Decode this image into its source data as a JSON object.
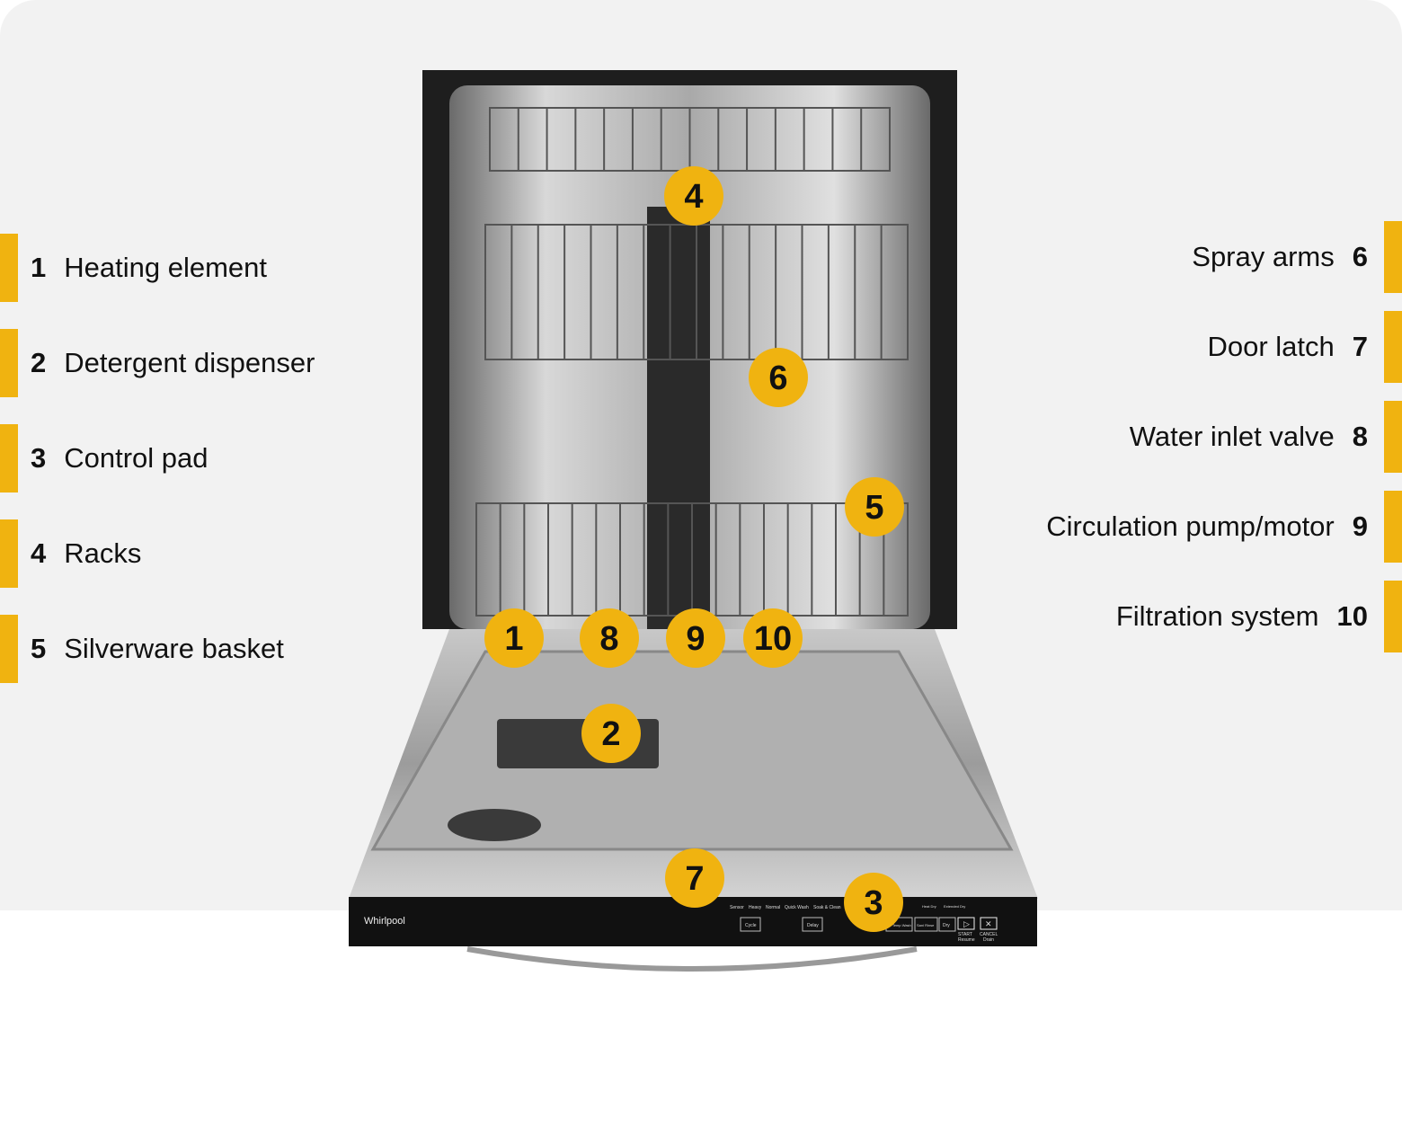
{
  "left_labels": [
    {
      "num": "1",
      "text": "Heating element"
    },
    {
      "num": "2",
      "text": "Detergent dispenser"
    },
    {
      "num": "3",
      "text": "Control pad"
    },
    {
      "num": "4",
      "text": "Racks"
    },
    {
      "num": "5",
      "text": "Silverware basket"
    }
  ],
  "right_labels": [
    {
      "num": "6",
      "text": "Spray arms"
    },
    {
      "num": "7",
      "text": "Door latch"
    },
    {
      "num": "8",
      "text": "Water inlet valve"
    },
    {
      "num": "9",
      "text": "Circulation pump/motor"
    },
    {
      "num": "10",
      "text": "Filtration system"
    }
  ],
  "markers": [
    "4",
    "6",
    "5",
    "1",
    "8",
    "9",
    "10",
    "2",
    "7",
    "3"
  ],
  "control_panel": {
    "brand": "Whirlpool",
    "cycle_options": [
      "Sensor",
      "Heavy",
      "Normal",
      "Quick Wash",
      "Soak & Clean"
    ],
    "buttons": [
      "Cycle",
      "Delay",
      "Hi Temp Wash",
      "Sani Rinse",
      "Dry"
    ],
    "dry_options": [
      "Heat Dry",
      "Extended Dry"
    ],
    "start": "START",
    "start_sub": "Resume",
    "cancel": "CANCEL",
    "cancel_sub": "Drain"
  },
  "colors": {
    "accent": "#f0b310",
    "background": "#f2f2f2",
    "panel": "#111111"
  }
}
